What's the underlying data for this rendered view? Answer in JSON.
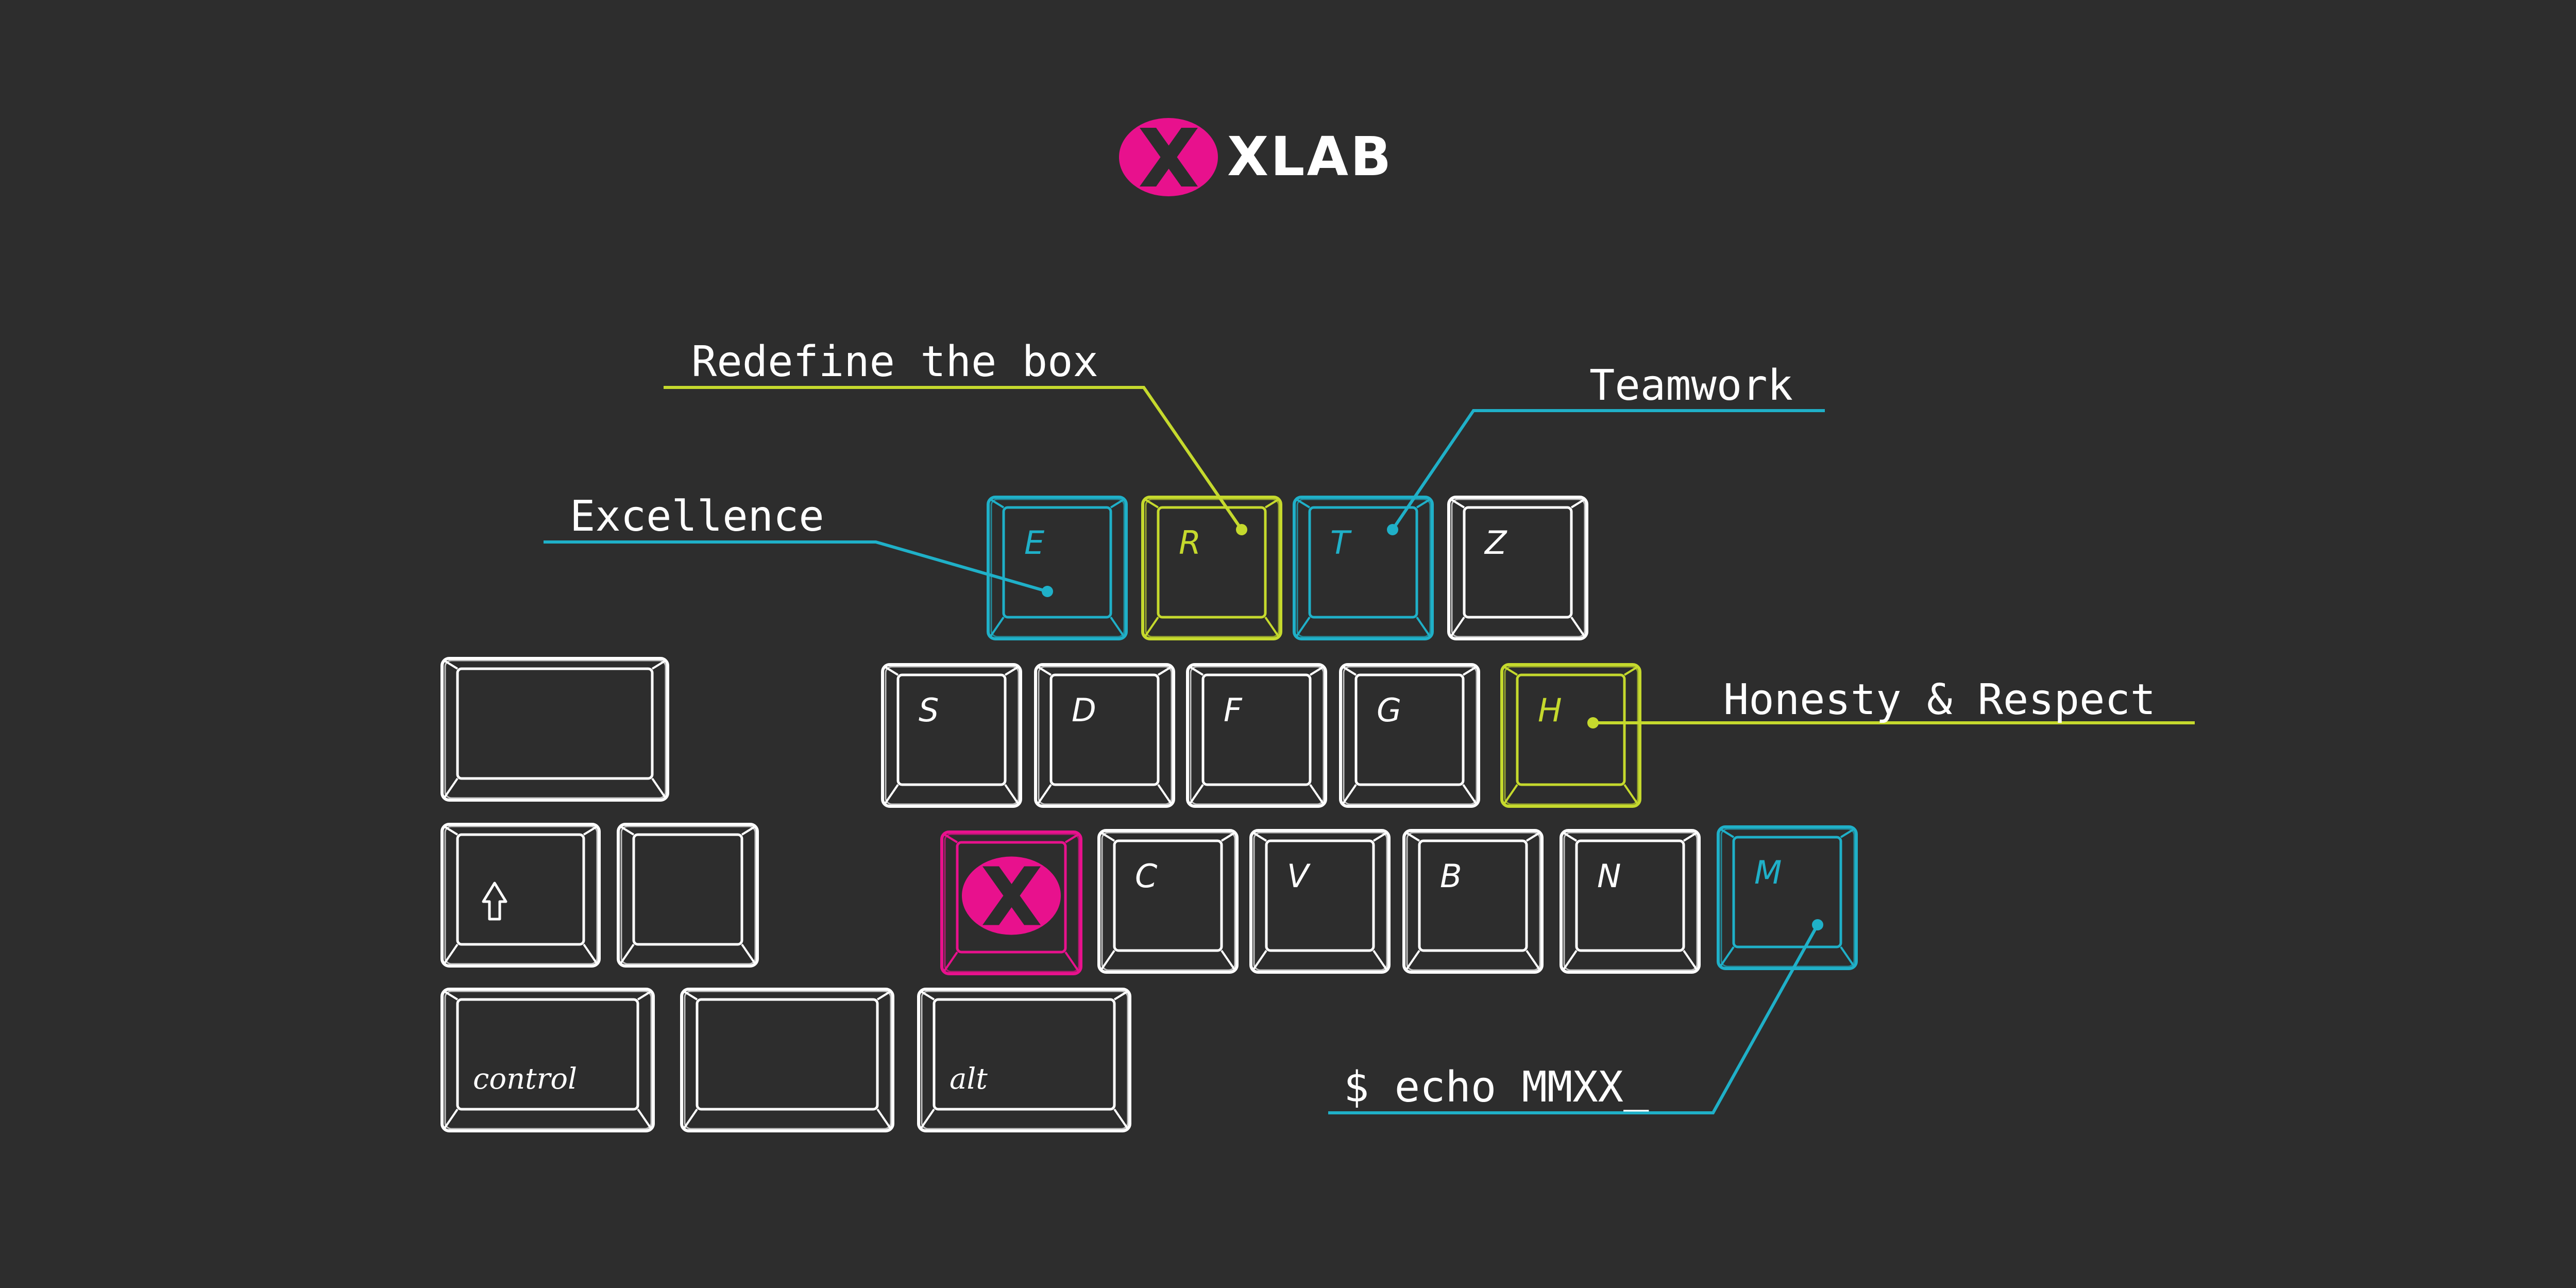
{
  "colors": {
    "background": "#2d2d2d",
    "white": "#ffffff",
    "cyan": "#1fb0c8",
    "lime": "#c5d92d",
    "magenta": "#e8118d"
  },
  "logo": {
    "text": "XLAB",
    "icon": "xlab-x-icon"
  },
  "callouts": {
    "redefine": "Redefine the box",
    "teamwork": "Teamwork",
    "excellence": "Excellence",
    "honesty": "Honesty & Respect",
    "echo": "$ echo MMXX_"
  },
  "keys": {
    "e": "E",
    "r": "R",
    "t": "T",
    "z": "Z",
    "s": "S",
    "d": "D",
    "f": "F",
    "g": "G",
    "h": "H",
    "c": "C",
    "v": "V",
    "b": "B",
    "n": "N",
    "m": "M",
    "control": "control",
    "alt": "alt",
    "shift_icon": "shift-arrow-icon",
    "xlab_key_icon": "xlab-x-icon"
  }
}
